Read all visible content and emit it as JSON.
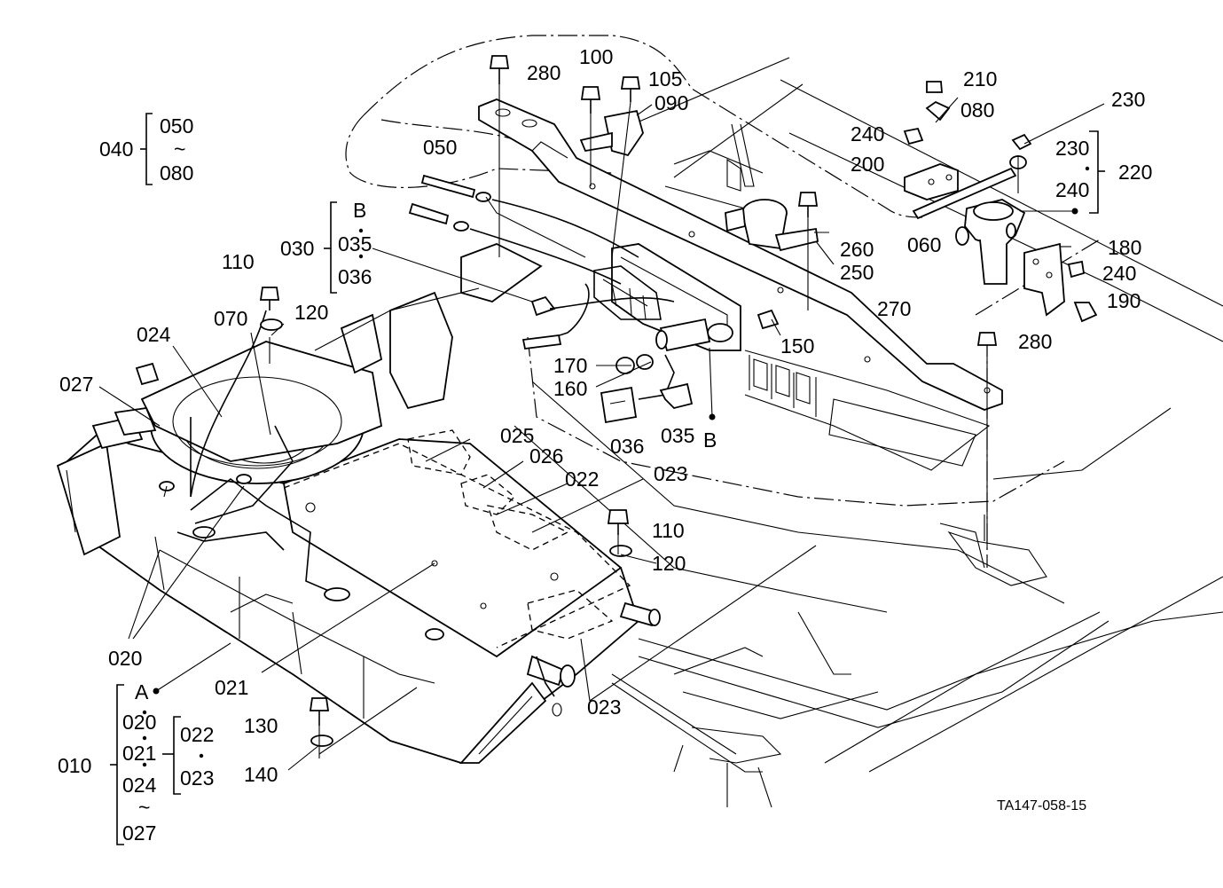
{
  "drawing_id": "TA147-058-15",
  "labels": {
    "l280a": "280",
    "l100": "100",
    "l105": "105",
    "l090": "090",
    "l210": "210",
    "l080a": "080",
    "l230a": "230",
    "l240a": "240",
    "l200": "200",
    "l230b": "230",
    "l240b": "240",
    "l220": "220",
    "l060": "060",
    "l180": "180",
    "l240c": "240",
    "l190": "190",
    "l260": "260",
    "l250": "250",
    "l270": "270",
    "l280b": "280",
    "l150": "150",
    "l170": "170",
    "l160": "160",
    "l036": "036",
    "l035": "035",
    "lB2": "B",
    "l050": "050",
    "l040": "040",
    "l050g": "050",
    "ltilde1": "~",
    "l080g": "080",
    "l030": "030",
    "lB1": "B",
    "l035g": "035",
    "l036g": "036",
    "l110a": "110",
    "l120a": "120",
    "l070": "070",
    "l024": "024",
    "l027": "027",
    "l025": "025",
    "l026": "026",
    "l022": "022",
    "l023a": "023",
    "l110b": "110",
    "l120b": "120",
    "l020": "020",
    "l021": "021",
    "l023b": "023",
    "lA": "A",
    "l020g": "020",
    "l021g": "021",
    "l024g": "024",
    "ltilde2": "~",
    "l027g": "027",
    "l010": "010",
    "l022g": "022",
    "l023g": "023",
    "l130": "130",
    "l140": "140"
  }
}
